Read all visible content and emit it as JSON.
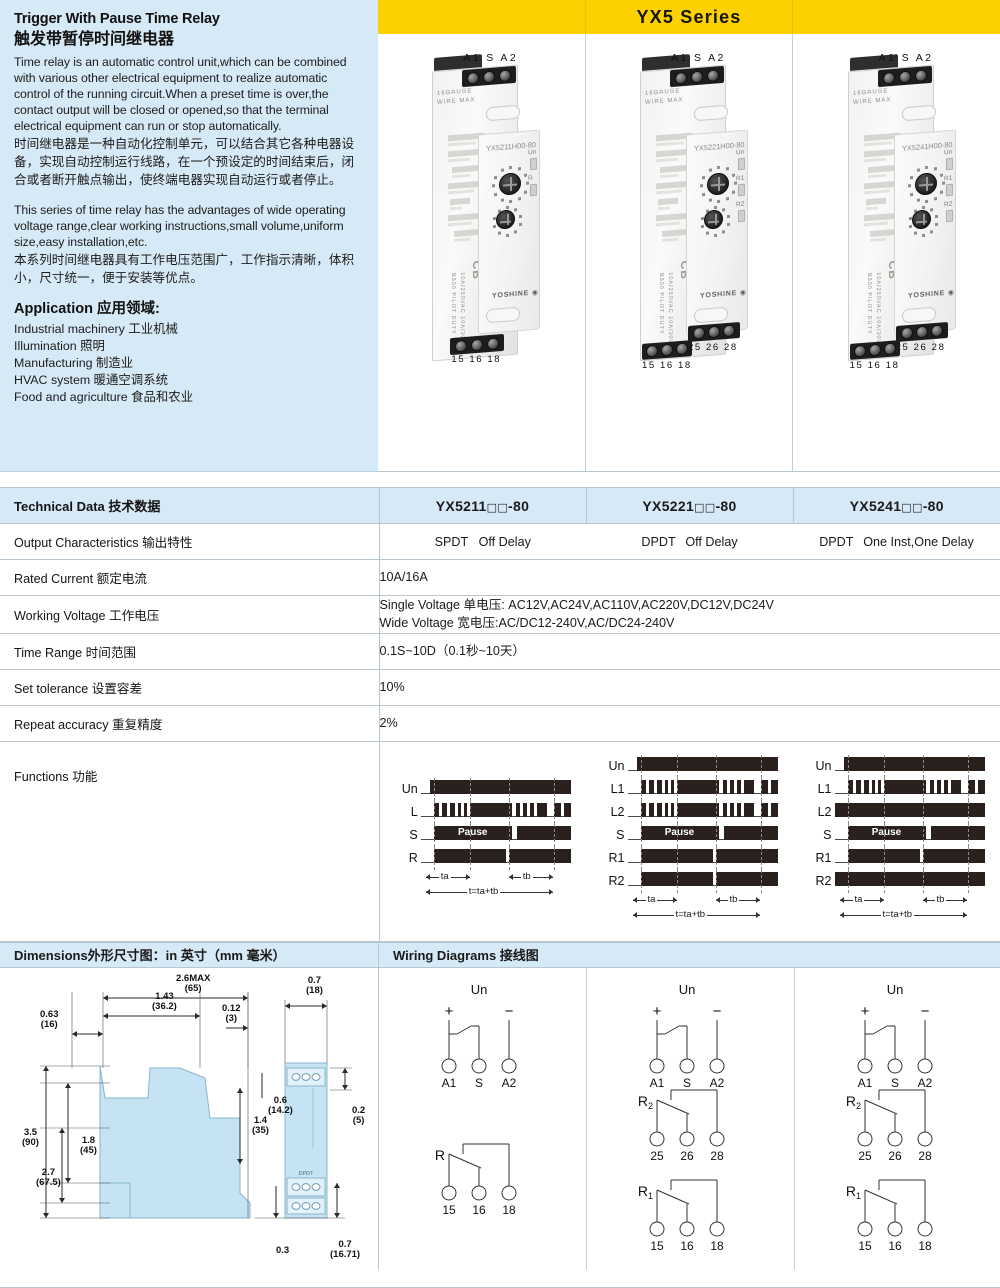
{
  "intro": {
    "title_en": "Trigger With Pause Time Relay",
    "title_cn": "触发带暂停时间继电器",
    "para1_en": "Time relay is an automatic control unit,which can be combined with various other electrical equipment to realize automatic control of the running circuit.When a preset time is over,the contact output will be closed or opened,so that the terminal electrical equipment can run or stop automatically.",
    "para1_cn": "时间继电器是一种自动化控制单元，可以结合其它各种电器设备，实现自动控制运行线路，在一个预设定的时间结束后，闭合或者断开触点输出，使终端电器实现自动运行或者停止。",
    "para2_en": "This series of time relay has the advantages of wide operating voltage range,clear working instructions,small volume,uniform size,easy installation,etc.",
    "para2_cn": "本系列时间继电器具有工作电压范围广，工作指示清晰，体积小，尺寸统一，便于安装等优点。",
    "app_title": "Application 应用领域:",
    "applications": [
      "Industrial machinery 工业机械",
      "Illumination 照明",
      "Manufacturing 制造业",
      "HVAC system 暖通空调系统",
      "Food and agriculture 食品和农业"
    ]
  },
  "series": {
    "label": "YX5 Series",
    "color": "#fdd000"
  },
  "products": [
    {
      "model": "YX5211H00-80",
      "top_terminals": "A1  S  A2",
      "bottom_terminals": "15 16 18",
      "second_terminals": "",
      "leds": [
        "Un",
        "R"
      ],
      "side_text": "TIME RELAY",
      "brand": "YOSHINE",
      "side_small": "16GAUGE\nWIRE MAX",
      "side_rating": "10A/250VAC 10A/30VDC\nB300 PILOT DUTY",
      "vert_model": "YX5211H00-80\nAC/DC12-240V"
    },
    {
      "model": "YX5221H00-80",
      "top_terminals": "A1  S  A2",
      "bottom_terminals": "15 16 18",
      "second_terminals": "25 26 28",
      "leds": [
        "Un",
        "R1",
        "R2"
      ],
      "side_text": "TIME RELAY",
      "brand": "YOSHINE",
      "side_small": "16GAUGE\nWIRE MAX",
      "side_rating": "10A/250VAC 10A/30VDC\nB300 PILOT DUTY",
      "vert_model": "YX5221H00-80\nAC/DC12-240V"
    },
    {
      "model": "YX5241H00-80",
      "top_terminals": "A1  S  A2",
      "bottom_terminals": "15 16 18",
      "second_terminals": "25 26 28",
      "leds": [
        "Un",
        "R1",
        "R2"
      ],
      "side_text": "TIME RELAY",
      "brand": "YOSHINE",
      "side_small": "16GAUGE\nWIRE MAX",
      "side_rating": "10A/250VAC 10A/30VDC\nB300 PILOT DUTY",
      "vert_model": "YX5241H00-80\nAC/DC12-240V"
    }
  ],
  "tech": {
    "header_label": "Technical Data 技术数据",
    "models": [
      "YX5211□□-80",
      "YX5221□□-80",
      "YX5241□□-80"
    ],
    "model_parts": [
      {
        "prefix": "YX5211",
        "boxes": "□□",
        "suffix": "-80"
      },
      {
        "prefix": "YX5221",
        "boxes": "□□",
        "suffix": "-80"
      },
      {
        "prefix": "YX5241",
        "boxes": "□□",
        "suffix": "-80"
      }
    ],
    "rows": [
      {
        "label": "Output Characteristics 输出特性",
        "type": "percol",
        "cells": [
          {
            "a": "SPDT",
            "b": "Off Delay"
          },
          {
            "a": "DPDT",
            "b": "Off Delay"
          },
          {
            "a": "DPDT",
            "b": "One Inst,One Delay"
          }
        ]
      },
      {
        "label": "Rated Current 额定电流",
        "type": "span",
        "value": "10A/16A"
      },
      {
        "label": "Working Voltage 工作电压",
        "type": "span2",
        "line1": "Single Voltage 单电压: AC12V,AC24V,AC110V,AC220V,DC12V,DC24V",
        "line2": "Wide Voltage 宽电压:AC/DC12-240V,AC/DC24-240V"
      },
      {
        "label": "Time Range 时间范围",
        "type": "span",
        "value": "0.1S~10D（0.1秒~10天）"
      },
      {
        "label": "Set tolerance 设置容差",
        "type": "span",
        "value": "10%"
      },
      {
        "label": "Repeat accuracy 重复精度",
        "type": "span",
        "value": "2%"
      }
    ],
    "functions_label": "Functions 功能"
  },
  "timing": {
    "pause_label": "Pause",
    "ta_label": "ta",
    "tb_label": "tb",
    "total_label": "t=ta+tb",
    "diagrams": [
      {
        "rows": [
          "Un",
          "L",
          "S",
          "R"
        ]
      },
      {
        "rows": [
          "Un",
          "L1",
          "L2",
          "S",
          "R1",
          "R2"
        ]
      },
      {
        "rows": [
          "Un",
          "L1",
          "L2",
          "S",
          "R1",
          "R2"
        ]
      }
    ]
  },
  "dimensions": {
    "header": "Dimensions外形尺寸图：in 英寸（mm 毫米）",
    "callouts": [
      {
        "in": "2.6MAX",
        "mm": "(65)"
      },
      {
        "in": "1.43",
        "mm": "(36.2)"
      },
      {
        "in": "0.63",
        "mm": "(16)"
      },
      {
        "in": "0.12",
        "mm": "(3)"
      },
      {
        "in": "0.7",
        "mm": "(18)"
      },
      {
        "in": "0.6",
        "mm": "(14.2)"
      },
      {
        "in": "0.2",
        "mm": "(5)"
      },
      {
        "in": "3.5",
        "mm": "(90)"
      },
      {
        "in": "1.8",
        "mm": "(45)"
      },
      {
        "in": "1.4",
        "mm": "(35)"
      },
      {
        "in": "2.7",
        "mm": "(67.5)"
      },
      {
        "in": "0.7",
        "mm": "(16.71)"
      },
      {
        "in": "0.3",
        "mm": ""
      }
    ],
    "dpdt_label": "DPDT"
  },
  "wiring": {
    "header": "Wiring Diagrams 接线图",
    "un_label": "Un",
    "plus": "+",
    "minus": "−",
    "columns": [
      {
        "groups": [
          {
            "relay": "",
            "terminals": [
              "A1",
              "S",
              "A2"
            ]
          },
          {
            "relay": "R",
            "terminals": [
              "15",
              "16",
              "18"
            ]
          }
        ]
      },
      {
        "groups": [
          {
            "relay": "",
            "terminals": [
              "A1",
              "S",
              "A2"
            ]
          },
          {
            "relay": "R2",
            "terminals": [
              "25",
              "26",
              "28"
            ]
          },
          {
            "relay": "R1",
            "terminals": [
              "15",
              "16",
              "18"
            ]
          }
        ]
      },
      {
        "groups": [
          {
            "relay": "",
            "terminals": [
              "A1",
              "S",
              "A2"
            ]
          },
          {
            "relay": "R2",
            "terminals": [
              "25",
              "26",
              "28"
            ]
          },
          {
            "relay": "R1",
            "terminals": [
              "15",
              "16",
              "18"
            ]
          }
        ]
      }
    ]
  }
}
